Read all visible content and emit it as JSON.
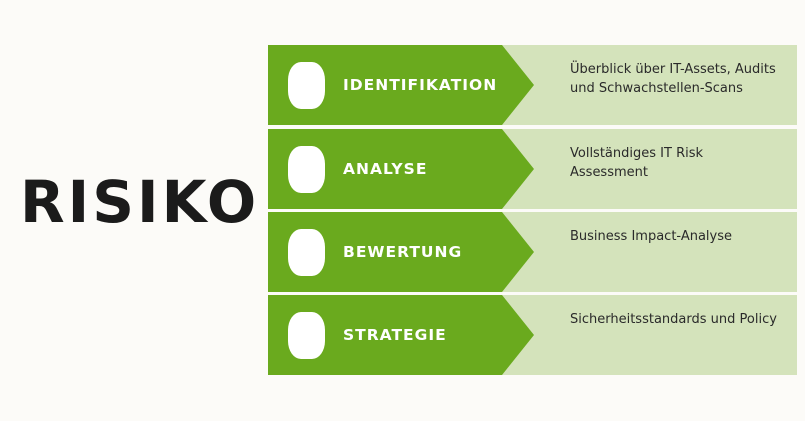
{
  "title": "RISIKO",
  "colors": {
    "accent": "#6aaa1e",
    "light": "#d4e3bb"
  },
  "steps": [
    {
      "label": "IDENTIFIKATION",
      "desc": "Überblick über IT-Assets, Audits und Schwachstellen-Scans"
    },
    {
      "label": "ANALYSE",
      "desc": "Vollständiges IT Risk Assessment"
    },
    {
      "label": "BEWERTUNG",
      "desc": "Business Impact-Analyse"
    },
    {
      "label": "STRATEGIE",
      "desc": "Sicherheitsstandards und Policy"
    }
  ]
}
